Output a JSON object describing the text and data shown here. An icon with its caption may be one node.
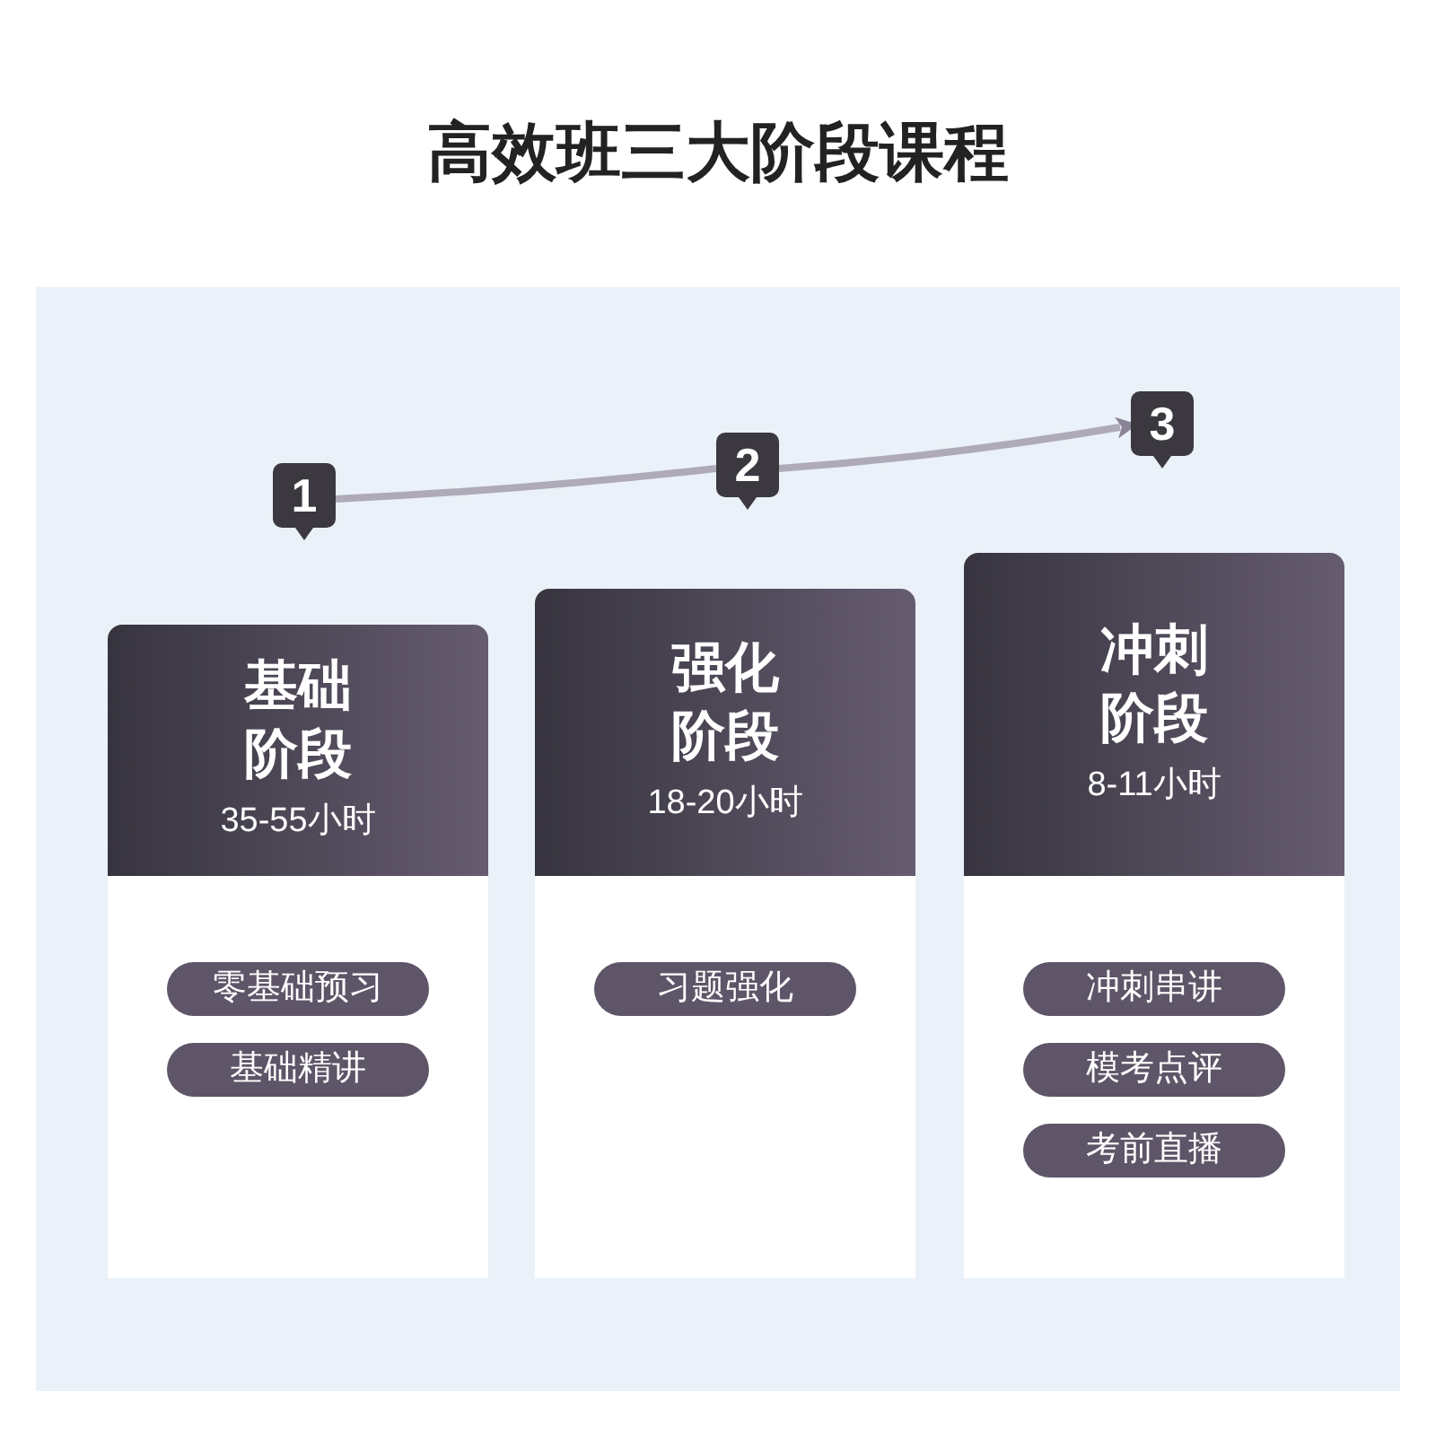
{
  "diagram": {
    "title": "高效班三大阶段课程",
    "nodes": [
      {
        "text": [
          "1"
        ]
      },
      {
        "text": [
          "2"
        ]
      },
      {
        "text": [
          "3"
        ]
      },
      {
        "text": [
          "基础阶段",
          "35-55小时"
        ]
      },
      {
        "text": [
          "强化阶段",
          "18-20小时"
        ]
      },
      {
        "text": [
          "冲刺阶段",
          "8-11小时"
        ]
      },
      {
        "text": [
          "零基础预习"
        ],
        "in": 3
      },
      {
        "text": [
          "基础精讲"
        ],
        "in": 3
      },
      {
        "text": [
          "习题强化"
        ],
        "in": 4
      },
      {
        "text": [
          "冲刺串讲"
        ],
        "in": 5
      },
      {
        "text": [
          "模考点评"
        ],
        "in": 5
      },
      {
        "text": [
          "考前直播"
        ],
        "in": 5
      }
    ],
    "edges": [
      {
        "from": 0,
        "to": 1,
        "arrow": "none"
      },
      {
        "from": 1,
        "to": 2,
        "arrow": "to"
      }
    ]
  }
}
